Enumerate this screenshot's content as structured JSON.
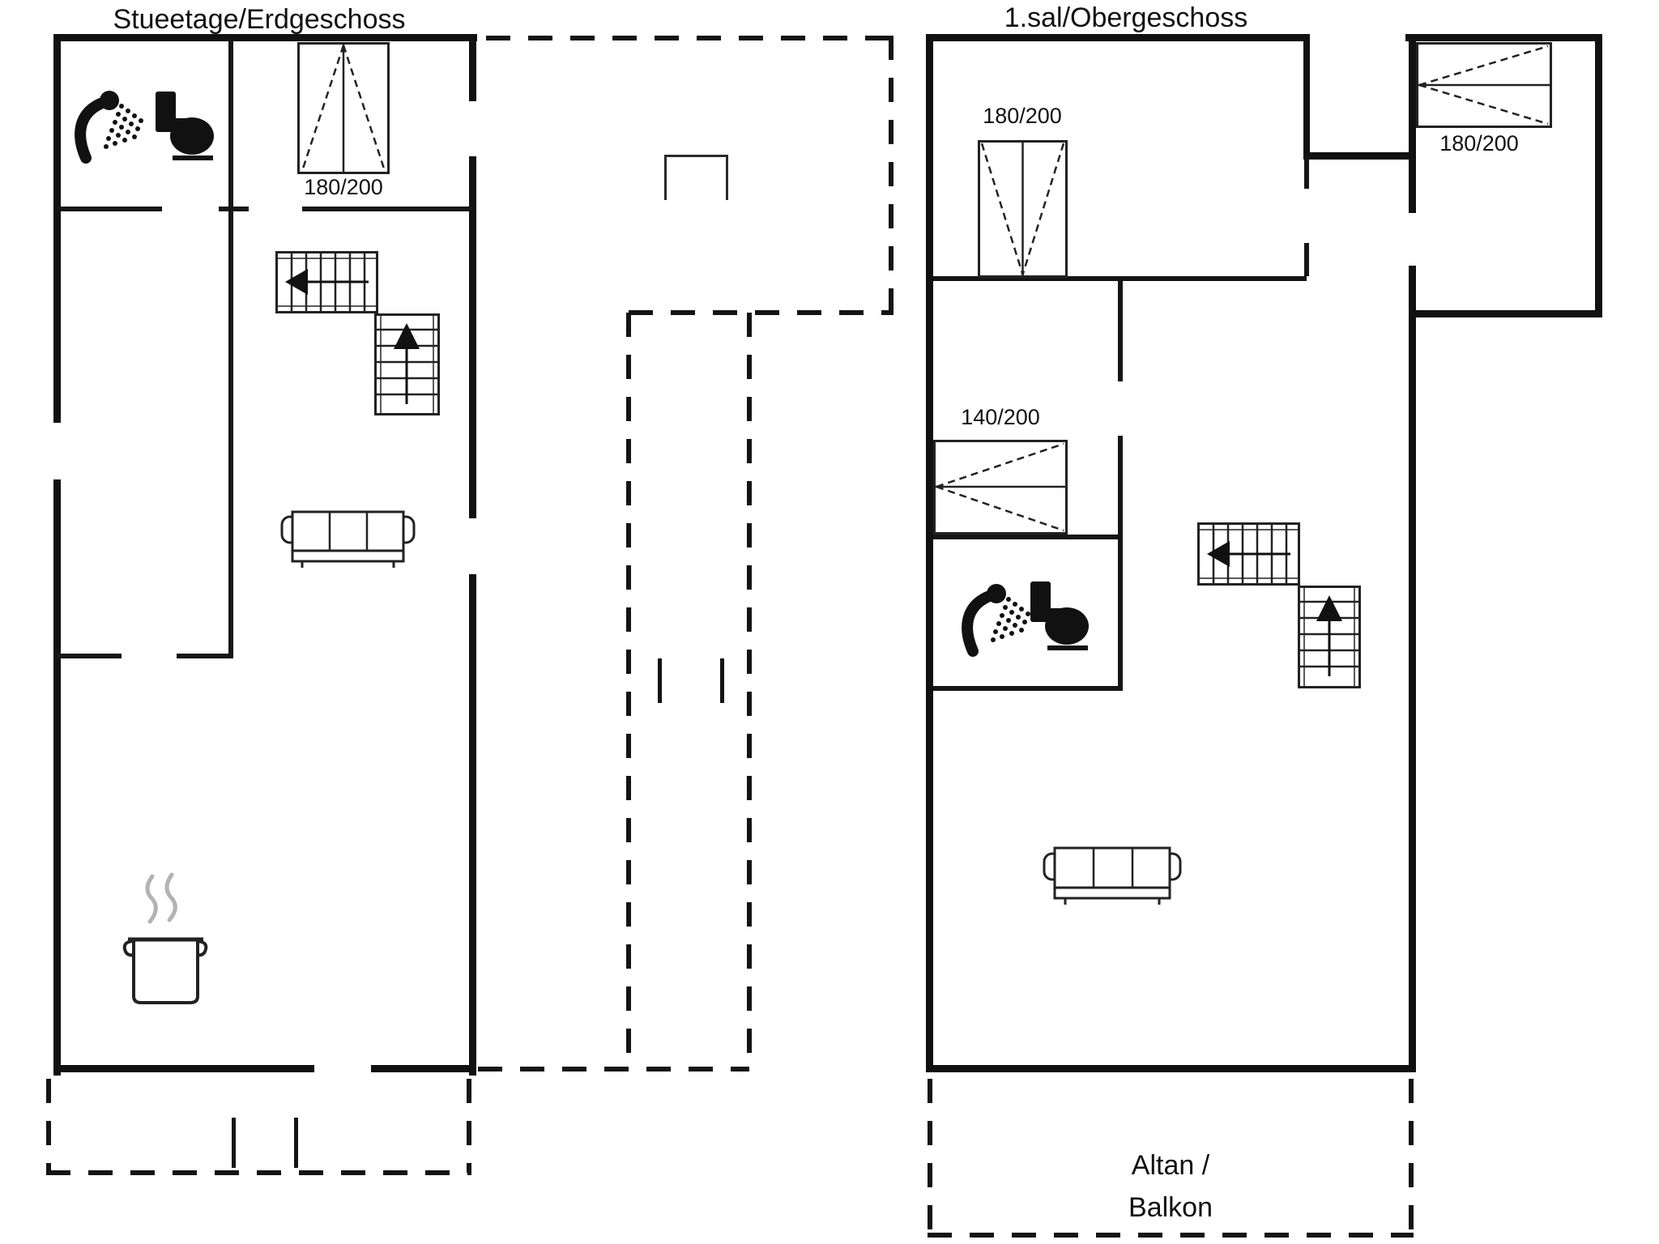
{
  "document_type": "floor-plan",
  "colors": {
    "background": "#ffffff",
    "wall": "#111111",
    "furniture_line": "#222222",
    "steam": "#b3b3b3",
    "text": "#111111"
  },
  "ground_floor": {
    "title": "Stueetage/Erdgeschoss",
    "bed_label": "180/200",
    "icons": [
      "shower-icon",
      "toilet-icon",
      "double-bed-icon",
      "staircase-icon",
      "sofa-icon",
      "cooking-pot-icon"
    ]
  },
  "upper_floor": {
    "title": "1.sal/Obergeschoss",
    "bed_top_label": "180/200",
    "bed_middle_label": "140/200",
    "bed_annex_label": "180/200",
    "balcony_label_line1": "Altan /",
    "balcony_label_line2": "Balkon",
    "icons": [
      "shower-icon",
      "toilet-icon",
      "bed-icon",
      "staircase-icon",
      "sofa-icon"
    ]
  }
}
